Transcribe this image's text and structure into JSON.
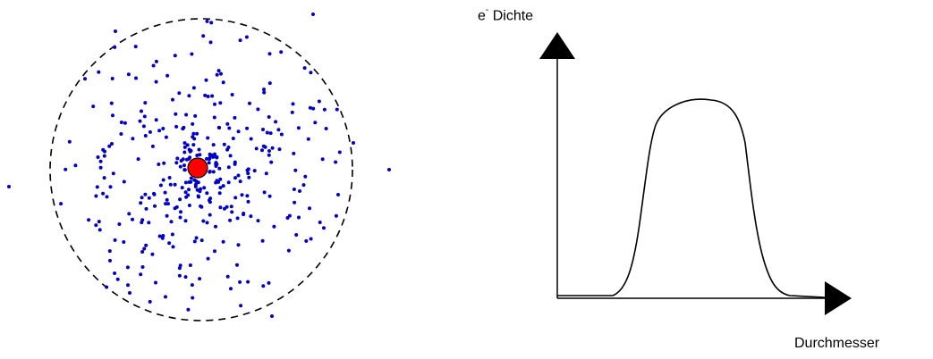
{
  "atom_diagram": {
    "nucleus_color": "#ff0000",
    "electron_color": "#0000cc",
    "boundary_style": "dashed"
  },
  "density_graph": {
    "y_axis_label_symbol": "e",
    "y_axis_label_superscript": "-",
    "y_axis_label_text": "Dichte",
    "x_axis_label": "Durchmesser"
  }
}
